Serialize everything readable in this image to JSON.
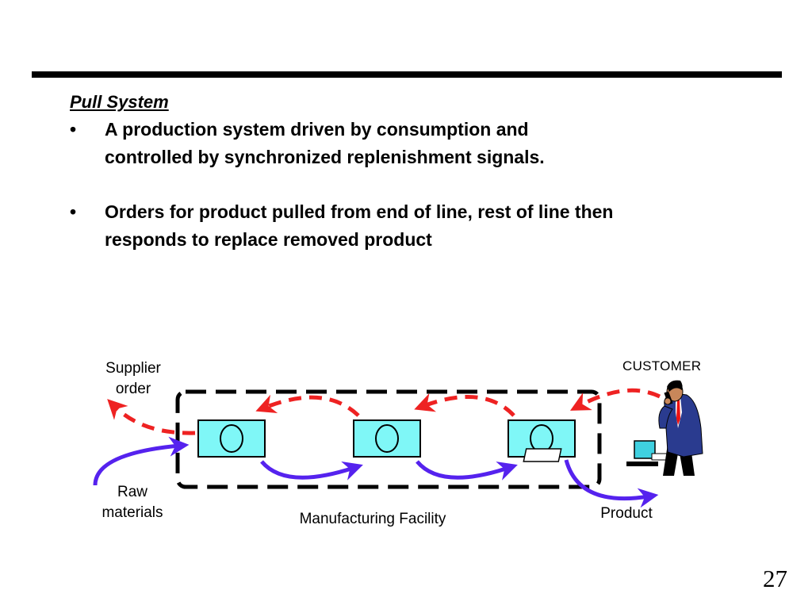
{
  "slide": {
    "heading": "Pull System",
    "bullets": [
      {
        "line1": "A production system driven by consumption and",
        "line2": "controlled by synchronized replenishment signals."
      },
      {
        "line1": "Orders for product pulled from end of line, rest of line then",
        "line2": "responds to replace removed product"
      }
    ],
    "bullet_glyph": "•",
    "page_number": "27"
  },
  "diagram": {
    "supplier_order_line1": "Supplier",
    "supplier_order_line2": "order",
    "customer_label": "CUSTOMER",
    "raw_materials_line1": "Raw",
    "raw_materials_line2": "materials",
    "facility_label": "Manufacturing Facility",
    "product_label": "Product",
    "colors": {
      "station_fill": "#7ff7f7",
      "signal_arrow": "#ee2222",
      "material_arrow": "#5522ee"
    }
  }
}
